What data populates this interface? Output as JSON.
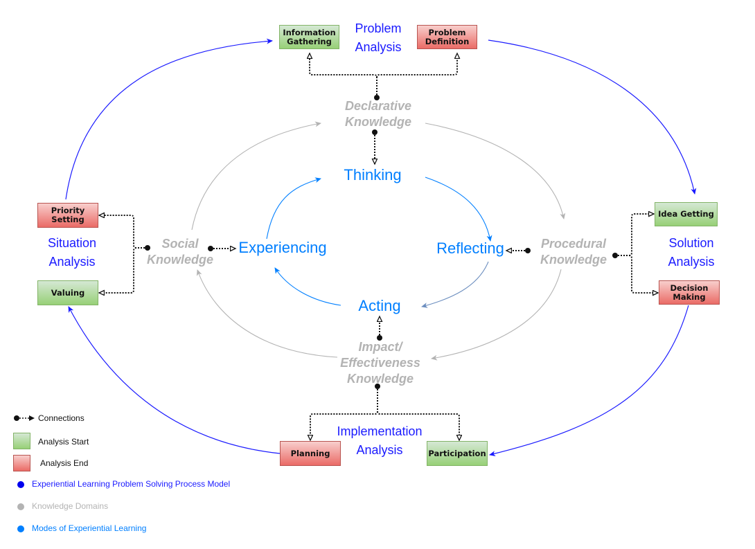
{
  "diagram": {
    "phases": {
      "problem_analysis": {
        "line1": "Problem",
        "line2": "Analysis"
      },
      "solution_analysis": {
        "line1": "Solution",
        "line2": "Analysis"
      },
      "implementation_analysis": {
        "line1": "Implementation",
        "line2": "Analysis"
      },
      "situation_analysis": {
        "line1": "Situation",
        "line2": "Analysis"
      }
    },
    "boxes": {
      "information_gathering": {
        "line1": "Information",
        "line2": "Gathering",
        "kind": "start"
      },
      "problem_definition": {
        "line1": "Problem",
        "line2": "Definition",
        "kind": "end"
      },
      "idea_getting": {
        "line1": "Idea Getting",
        "kind": "start"
      },
      "decision_making": {
        "line1": "Decision",
        "line2": "Making",
        "kind": "end"
      },
      "participation": {
        "line1": "Participation",
        "kind": "start"
      },
      "planning": {
        "line1": "Planning",
        "kind": "end"
      },
      "valuing": {
        "line1": "Valuing",
        "kind": "start"
      },
      "priority_setting": {
        "line1": "Priority",
        "line2": "Setting",
        "kind": "end"
      }
    },
    "knowledge_domains": {
      "declarative": {
        "line1": "Declarative",
        "line2": "Knowledge"
      },
      "procedural": {
        "line1": "Procedural",
        "line2": "Knowledge"
      },
      "impact": {
        "line1": "Impact/",
        "line2": "Effectiveness",
        "line3": "Knowledge"
      },
      "social": {
        "line1": "Social",
        "line2": "Knowledge"
      }
    },
    "modes": {
      "thinking": "Thinking",
      "reflecting": "Reflecting",
      "acting": "Acting",
      "experiencing": "Experiencing"
    },
    "colors": {
      "process_model": "#1a1aff",
      "knowledge_domain": "#b3b3b3",
      "modes": "#007fff",
      "acting_to_reflecting_arc": "#6c8ebf",
      "start_fill": "#97d077",
      "end_fill": "#ea6b66"
    }
  },
  "legend": {
    "connections": "Connections",
    "analysis_start": "Analysis Start",
    "analysis_end": "Analysis End",
    "process_model": "Experiential Learning Problem Solving Process Model",
    "knowledge_domains": "Knowledge Domains",
    "modes": "Modes of Experiential Learning"
  }
}
